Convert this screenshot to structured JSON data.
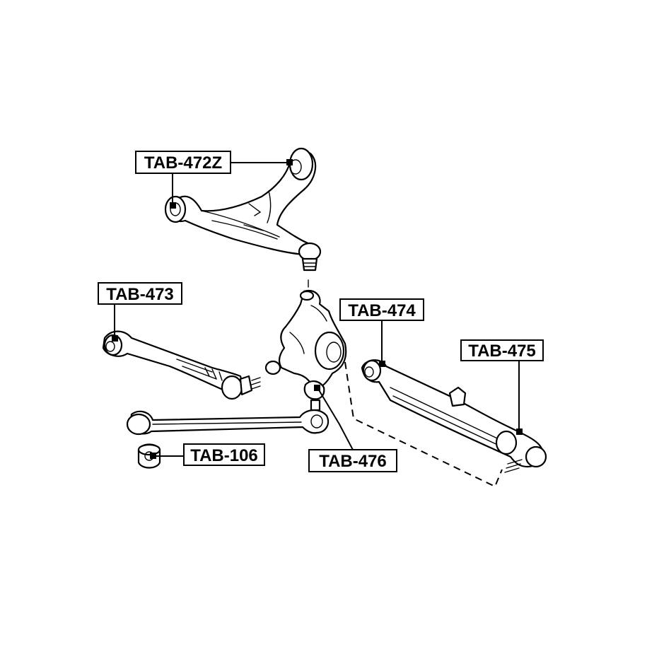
{
  "labels": {
    "tab_472z": "TAB-472Z",
    "tab_473": "TAB-473",
    "tab_474": "TAB-474",
    "tab_475": "TAB-475",
    "tab_476": "TAB-476",
    "tab_106": "TAB-106"
  },
  "colors": {
    "line": "#000000",
    "background": "#ffffff"
  }
}
